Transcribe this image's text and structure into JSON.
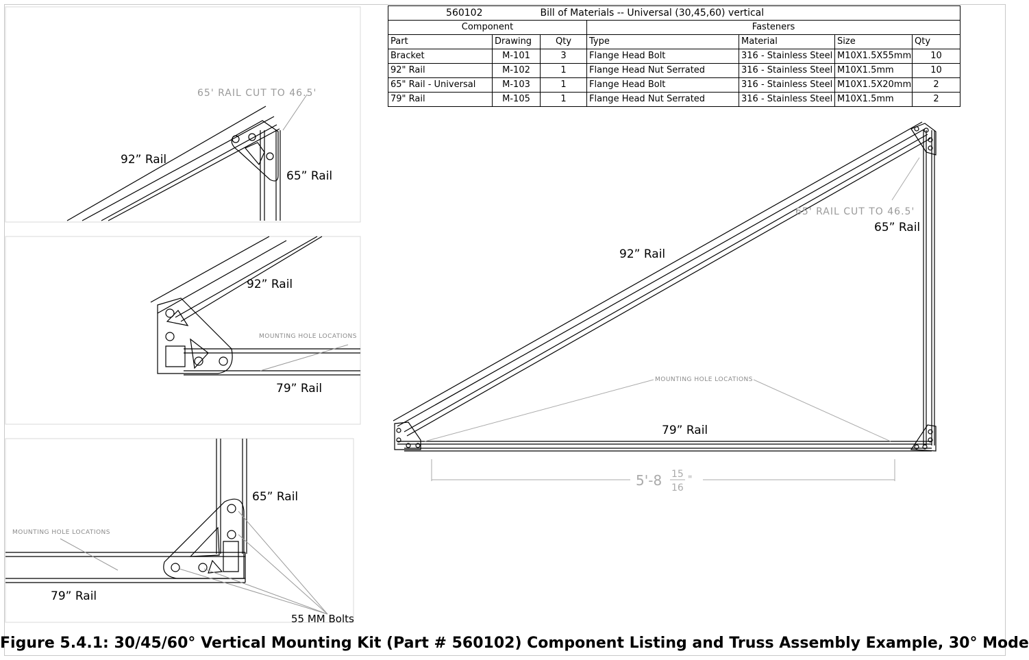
{
  "bom": {
    "part_number": "560102",
    "title": "Bill of Materials  -- Universal (30,45,60)  vertical",
    "group_component": "Component",
    "group_fasteners": "Fasteners",
    "headers": [
      "Part",
      "Drawing",
      "Qty",
      "Type",
      "Material",
      "Size",
      "Qty"
    ],
    "rows": [
      [
        "Bracket",
        "M-101",
        "3",
        "Flange Head Bolt",
        "316 - Stainless Steel",
        "M10X1.5X55mm",
        "10"
      ],
      [
        "92\" Rail",
        "M-102",
        "1",
        "Flange Head Nut Serrated",
        "316 - Stainless Steel",
        "M10X1.5mm",
        "10"
      ],
      [
        "65\" Rail - Universal",
        "M-103",
        "1",
        "Flange Head Bolt",
        "316 - Stainless Steel",
        "M10X1.5X20mm",
        "2"
      ],
      [
        "79\" Rail",
        "M-105",
        "1",
        "Flange Head Nut Serrated",
        "316 - Stainless Steel",
        "M10X1.5mm",
        "2"
      ]
    ]
  },
  "detail_top": {
    "rail_92": "92” Rail",
    "rail_65": "65” Rail",
    "cut_note": "65' RAIL CUT TO 46.5'"
  },
  "detail_middle": {
    "rail_92": "92” Rail",
    "rail_79": "79” Rail",
    "mounting_note": "MOUNTING HOLE LOCATIONS"
  },
  "detail_bottom": {
    "rail_65": "65” Rail",
    "rail_79": "79” Rail",
    "mounting_note": "MOUNTING HOLE LOCATIONS",
    "bolts": "55 MM Bolts"
  },
  "truss": {
    "rail_92": "92” Rail",
    "rail_65": "65” Rail",
    "rail_79": "79” Rail",
    "cut_note": "65' RAIL CUT TO 46.5'",
    "mounting_note": "MOUNTING HOLE LOCATIONS",
    "dimension_prefix": "5'-8",
    "dimension_num": "15",
    "dimension_den": "16",
    "dimension_suffix": "\""
  },
  "caption": "Figure 5.4.1: 30/45/60° Vertical Mounting Kit (Part # 560102) Component Listing and Truss Assembly Example, 30° Mode"
}
